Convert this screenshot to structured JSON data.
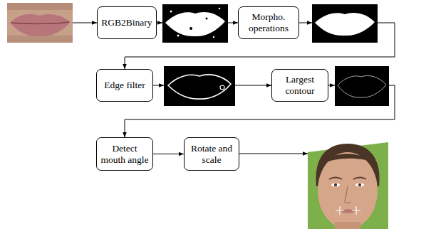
{
  "diagram": {
    "nodes": [
      {
        "text": [
          "RGB2Binary"
        ]
      },
      {
        "text": [
          "Morpho. operations"
        ]
      },
      {
        "text": [
          "Edge filter"
        ]
      },
      {
        "text": [
          "Largest contour"
        ]
      },
      {
        "text": [
          "Detect mouth angle"
        ]
      },
      {
        "text": [
          "Rotate and scale"
        ]
      }
    ],
    "edges": [
      {
        "from": 4,
        "to": 5,
        "arrow": "to"
      }
    ]
  }
}
